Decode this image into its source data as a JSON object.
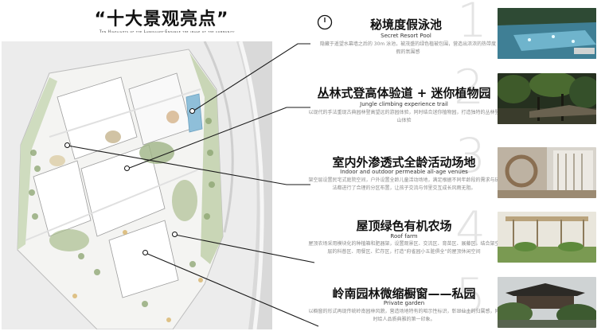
{
  "header": {
    "title": "“十大景观亮点”",
    "subtitle": "Ten Highlights of the Landscape-Enhance the image of the community"
  },
  "items": [
    {
      "number": "1",
      "title": "秘境度假泳池",
      "subtitle_en": "Secret Resort Pool",
      "description": "隐藏于遥望水幕墙之后的 30m 泳池，被茂盛的绿色植被包围，营造出浓浓的热带度假的氛围感"
    },
    {
      "number": "2",
      "title": "丛林式登高体验道 + 迷你植物园",
      "subtitle_en": "Jungle climbing experience trail",
      "description": "以现代的手法重现古典园林登高望远的游园体验，同时结合迷你植物园，打造独特的丛林登山体验"
    },
    {
      "number": "3",
      "title": "室内外渗透式全龄活动场地",
      "subtitle_en": "Indoor and outdoor permeable all-age venues",
      "description": "架空层设置民宅式庭院空间，户外设置全龄儿童活动场地，满足根据不同年龄段的需求与玩法都进行了合理的分区布置，让孩子交流与邻里交互成长风雨无阻。"
    },
    {
      "number": "4",
      "title": "屋顶绿色有机农场",
      "subtitle_en": "Roof farm",
      "description": "屋顶农场采用模块化的种植箱和肥器架，设置观景区、交流区、育苗区、展藤区，结合架空层的科普区、用餐区、贮存区，打造“府雀园小五脏俱全”的屋顶休闲空间"
    },
    {
      "number": "5",
      "title": "岭南园林微缩橱窗——私园",
      "subtitle_en": "Private garden",
      "description": "以橱窗的形式再现传统岭南园林风貌，营造场地特有的昭示性标识，彰显业主的归属感，同时给人品质典雅的第一印象。"
    }
  ],
  "icons": {
    "clock": "clock-icon"
  },
  "colors": {
    "title": "#111111",
    "english": "#333333",
    "description": "#8a8a8a",
    "number": "#e4e4e4",
    "leader": "#1a1a1a"
  }
}
